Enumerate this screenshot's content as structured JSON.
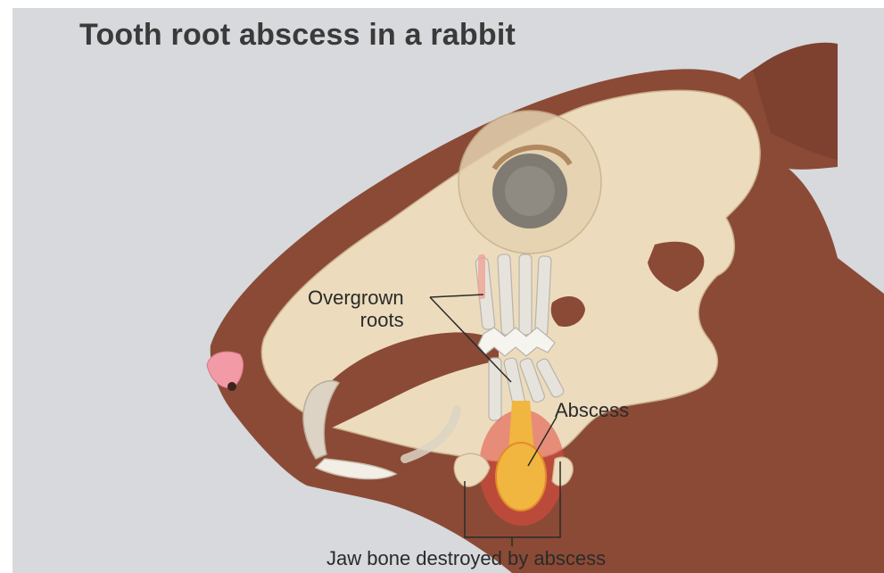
{
  "title": "Tooth root abscess in a rabbit",
  "labels": {
    "overgrown_roots_line1": "Overgrown",
    "overgrown_roots_line2": "roots",
    "abscess": "Abscess",
    "jaw_bone": "Jaw bone destroyed by abscess"
  },
  "colors": {
    "background": "#d7d9dc",
    "fur": "#8b4a36",
    "bone": "#ecdcbd",
    "pus": "#f0b640",
    "inflammation": "#e44b3f",
    "nose": "#f29aa6"
  }
}
